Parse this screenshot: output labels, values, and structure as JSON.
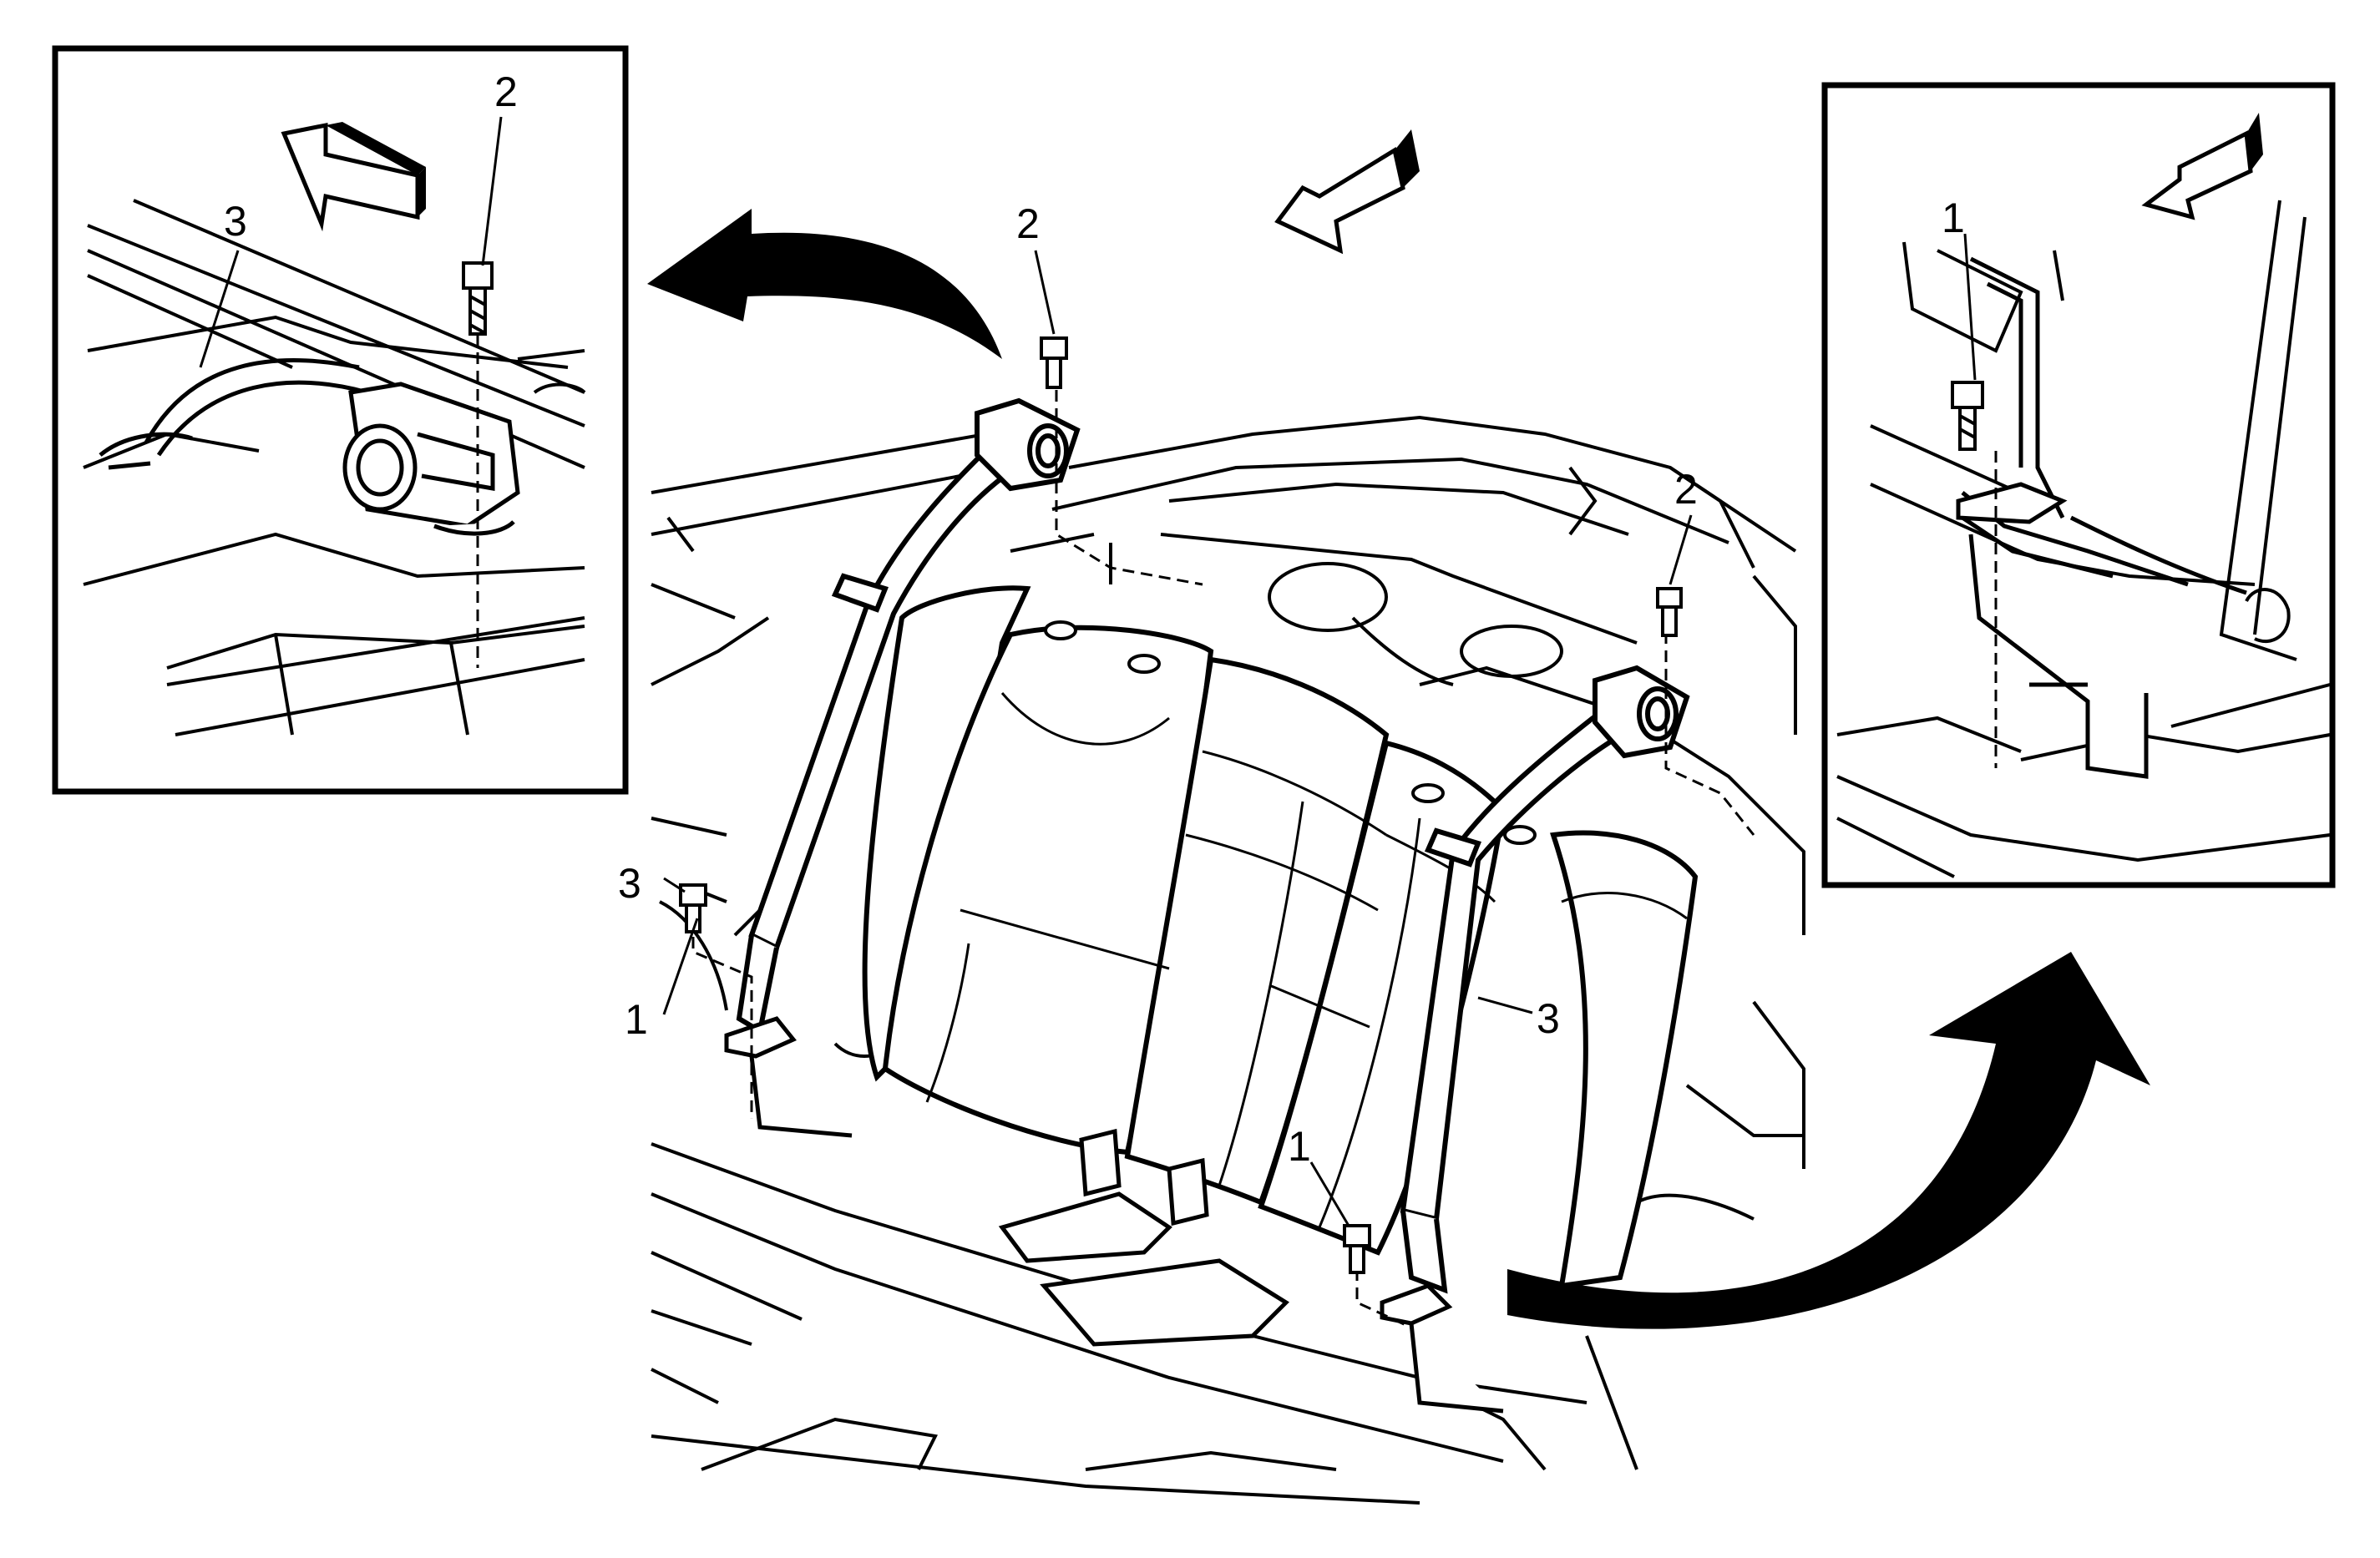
{
  "callouts": {
    "left_inset": {
      "label_2": "2",
      "label_3": "3"
    },
    "right_inset": {
      "label_1": "1"
    },
    "main": {
      "center_top_2": "2",
      "right_top_2": "2",
      "left_3": "3",
      "left_1": "1",
      "right_3": "3",
      "bottom_1": "1"
    }
  },
  "colors": {
    "line": "#000000",
    "background": "#ffffff",
    "arrow_fill": "#000000"
  },
  "icons": [
    "direction-arrow-icon",
    "curved-callout-arrow-icon",
    "bolt-icon",
    "seat-belt-retractor-icon"
  ]
}
